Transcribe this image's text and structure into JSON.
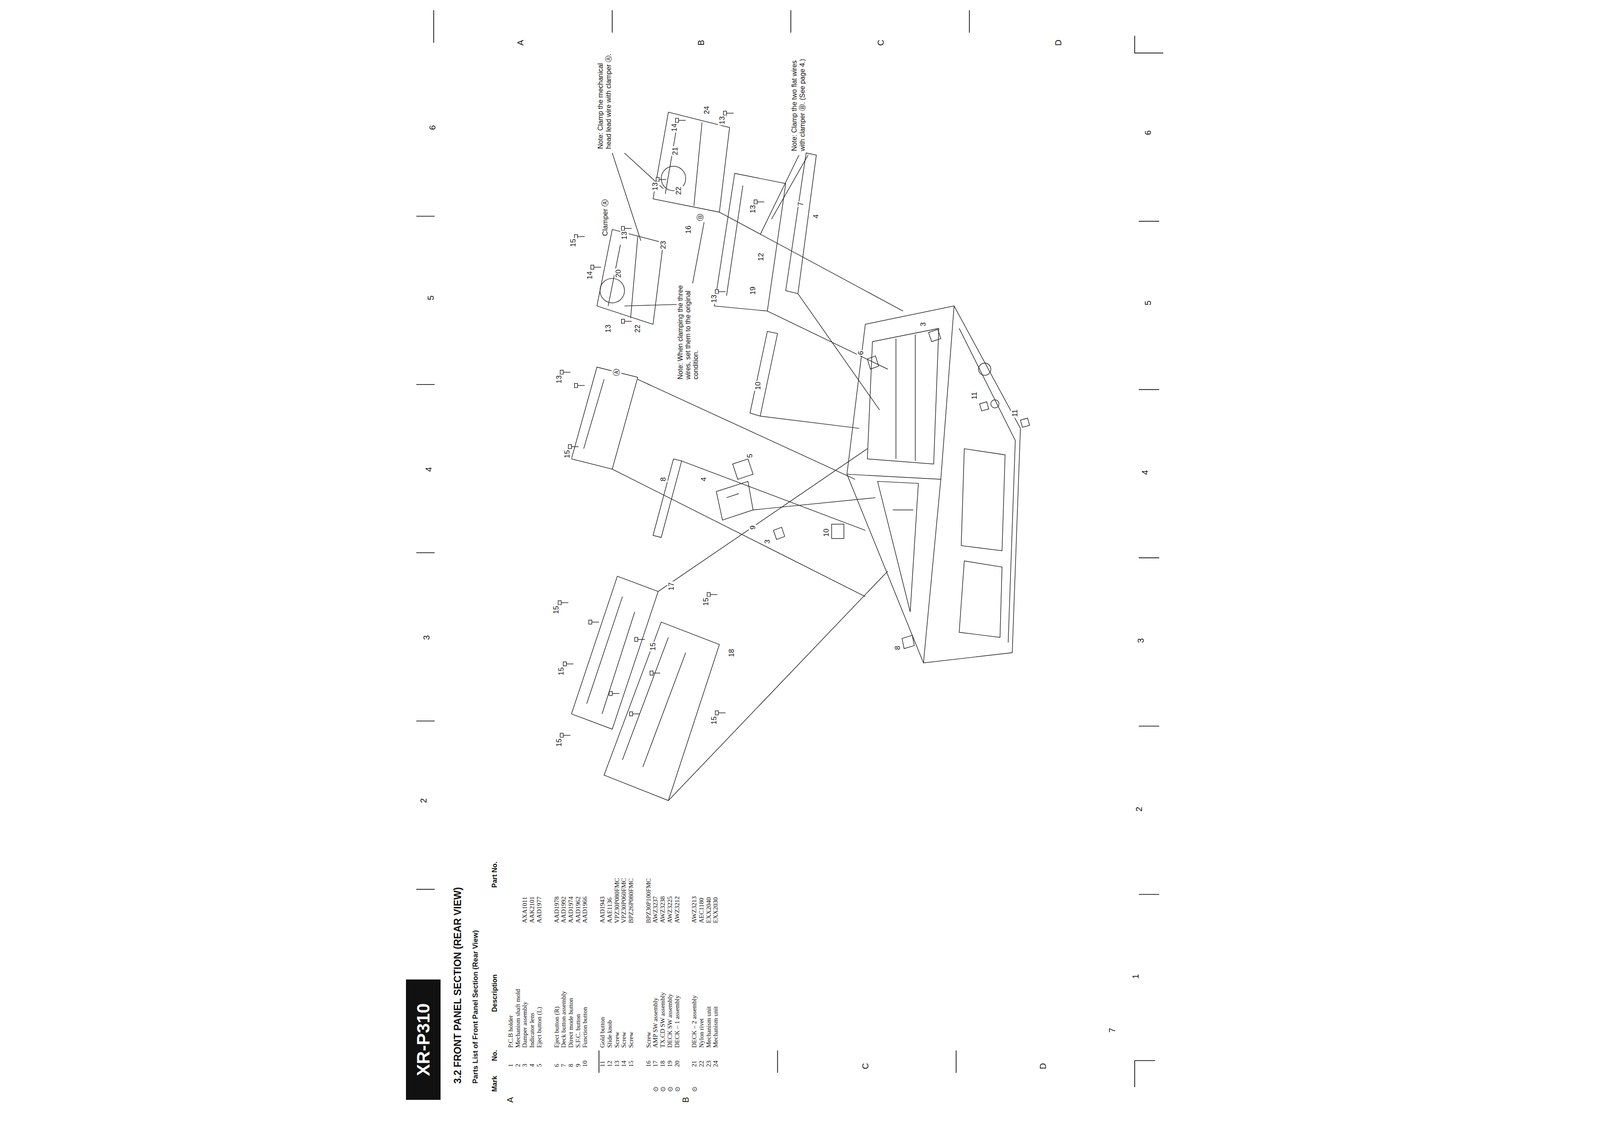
{
  "diagram": {
    "title": "3.2 FRONT PANEL SECTION (REAR VIEW)",
    "nodes": [
      {
        "text": [
          "XR-P310"
        ]
      }
    ],
    "labels": [
      "Parts List of Front Panel Section (Rear View)",
      "Mark",
      "No.",
      "Description",
      "Part No.",
      "1",
      "P.C.B holder",
      "2",
      "Mechanism shaft mold",
      "3",
      "Damper assembly",
      "AXA1011",
      "4",
      "Indicator lens",
      "AAK2101",
      "5",
      "Eject button (L)",
      "AAD1977",
      "6",
      "Eject button (R)",
      "AAD1978",
      "7",
      "Deck button assembly",
      "AAD1992",
      "8",
      "Direct mode button",
      "AAD1974",
      "9",
      "S.F.C. button",
      "AAD1962",
      "10",
      "Function button",
      "AAD1966",
      "11",
      "Gold button",
      "AAD1943",
      "12",
      "Slide knob",
      "AAE1136",
      "13",
      "Screw",
      "VPZ30P080FMC",
      "14",
      "Screw",
      "VPZ30P060FMC",
      "15",
      "Screw",
      "BPZ26P080FMC",
      "16",
      "Screw",
      "BPZ30P100FMC",
      "⊙",
      "17",
      "AMP SW assembly",
      "AWZ3237",
      "⊙",
      "18",
      "TX.CD SW assembly",
      "AWZ3238",
      "⊙",
      "19",
      "DECK SW assembly",
      "AWZ3225",
      "⊙",
      "20",
      "DECK – 1 assembly",
      "AWZ3212",
      "⊙",
      "21",
      "DECK – 2 assembly",
      "AWZ3213",
      "22",
      "Nylon rivet",
      "AEC1180",
      "23",
      "Mechanism unit",
      "EXX2040",
      "24",
      "Mechanism unit",
      "EXX2030",
      "15",
      "Clamper Ⓐ",
      "13",
      "20",
      "14",
      "23",
      "16",
      "Ⓑ",
      "13",
      "22",
      "21",
      "14",
      "24",
      "13",
      "13",
      "22",
      "13",
      "19",
      "12",
      "13",
      "7",
      "4",
      "13",
      "15",
      "Ⓐ",
      "8",
      "4",
      "5",
      "9",
      "3",
      "10",
      "10",
      "6",
      "3",
      "11",
      "11",
      "8",
      "15",
      "15",
      "15",
      "17",
      "15",
      "15",
      "18",
      "15",
      "Note: Clamp the mechanical head lead wire with clamper Ⓐ.",
      "Note: When clamping the three wires, set them to the original condition.",
      "Note: Clamp the two flat wires with clamper Ⓑ. (See page 4.)",
      "A",
      "B",
      "C",
      "D",
      "A",
      "B",
      "C",
      "D",
      "6",
      "5",
      "4",
      "3",
      "2",
      "6",
      "5",
      "4",
      "3",
      "2",
      "1",
      "7"
    ]
  }
}
